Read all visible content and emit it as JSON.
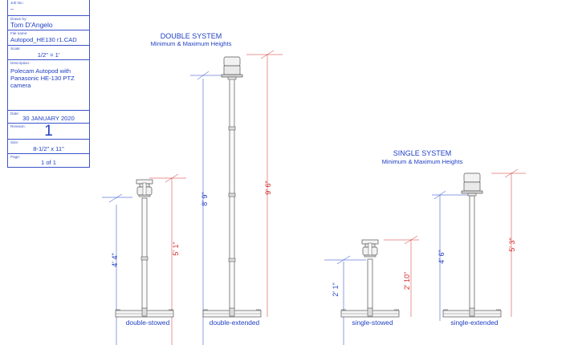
{
  "title_block": {
    "job_no_label": "Job No.:",
    "job_no_value": "–",
    "drawn_by_label": "Drawn by:",
    "drawn_by_value": "Tom D'Angelo",
    "file_name_label": "File name:",
    "file_name_value": "Autopod_HE130 r1.CAD",
    "scale_label": "Scale:",
    "scale_value": "1/2\" = 1'",
    "description_label": "Description:",
    "description_value": "Polecam Autopod with Panasonic HE-130 PTZ camera",
    "date_label": "Date:",
    "date_value": "30 JANUARY 2020",
    "revision_label": "Revision:",
    "revision_value": "1",
    "size_label": "Size:",
    "size_value": "8-1/2\" x 11\"",
    "page_label": "Page:",
    "page_value": "1 of 1"
  },
  "double_system": {
    "title": "DOUBLE SYSTEM",
    "subtitle": "Minimum & Maximum Heights",
    "stowed": {
      "caption": "double-stowed",
      "dim_blue": "4' 4\"",
      "dim_red": "5' 1\""
    },
    "extended": {
      "caption": "double-extended",
      "dim_blue": "8' 9\"",
      "dim_red": "9' 6\""
    }
  },
  "single_system": {
    "title": "SINGLE SYSTEM",
    "subtitle": "Minimum & Maximum Heights",
    "stowed": {
      "caption": "single-stowed",
      "dim_blue": "2' 1\"",
      "dim_red": "2' 10\""
    },
    "extended": {
      "caption": "single-extended",
      "dim_blue": "4' 6\"",
      "dim_red": "5' 3\""
    }
  },
  "colors": {
    "blue": "#1f3fc4",
    "red": "#d42a2a",
    "ink": "#444444",
    "border": "#3a54c8"
  }
}
